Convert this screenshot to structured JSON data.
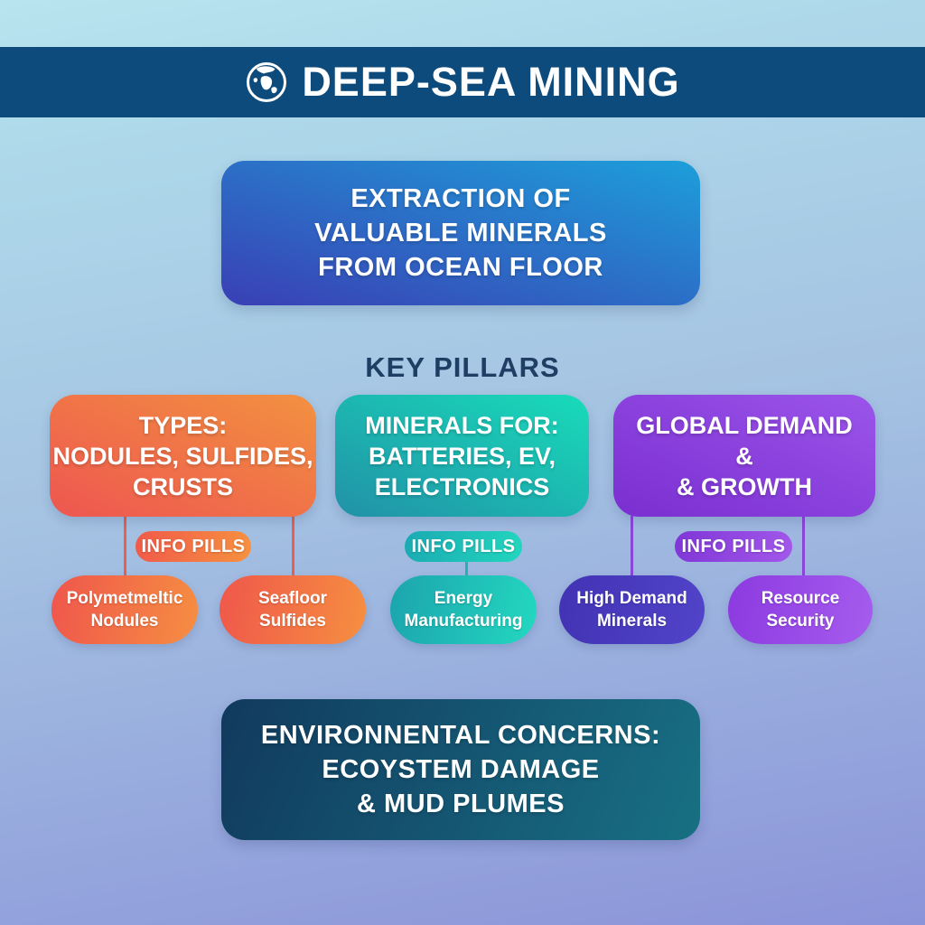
{
  "header": {
    "title": "DEEP-SEA MINING",
    "icon": "globe-icon",
    "bar_color": "#0e4b7d"
  },
  "intro_box": {
    "lines": [
      "EXTRACTION OF",
      "VALUABLE MINERALS",
      "FROM OCEAN FLOOR"
    ],
    "gradient": [
      "#3a3fb4",
      "#1d9fda"
    ]
  },
  "section_heading": "KEY PILLARS",
  "pillars": [
    {
      "title_lines": [
        "TYPES:",
        "NODULES, SULFIDES,",
        "CRUSTS"
      ],
      "info_label": "INFO PILLS",
      "pills": [
        {
          "lines": [
            "Polymetmeltic",
            "Nodules"
          ]
        },
        {
          "lines": [
            "Seafloor",
            "Sulfides"
          ]
        }
      ],
      "gradient": [
        "#ee5650",
        "#f29140"
      ]
    },
    {
      "title_lines": [
        "MINERALS FOR:",
        "BATTERIES, EV,",
        "ELECTRONICS"
      ],
      "info_label": "INFO PILLS",
      "pills": [
        {
          "lines": [
            "Energy",
            "Manufacturing"
          ]
        }
      ],
      "gradient": [
        "#2191a7",
        "#18dcba"
      ]
    },
    {
      "title_lines": [
        "GLOBAL DEMAND",
        "&",
        "& GROWTH"
      ],
      "info_label": "INFO PILLS",
      "pills": [
        {
          "lines": [
            "High Demand",
            "Minerals"
          ]
        },
        {
          "lines": [
            "Resource",
            "Security"
          ]
        }
      ],
      "gradient": [
        "#7a2ed0",
        "#9b55ea"
      ]
    }
  ],
  "outro_box": {
    "lines": [
      "ENVIRONNENTAL CONCERNS:",
      "ECOYSTEM DAMAGE",
      "& MUD PLUMES"
    ],
    "gradient": [
      "#113a5d",
      "#187082"
    ]
  },
  "colors": {
    "background_top": "#b8e4ef",
    "background_bottom": "#8b94d9",
    "heading_text": "#1e3e63",
    "high_demand_pill": "#4233b4",
    "resource_pill": "#8c3ae0"
  }
}
